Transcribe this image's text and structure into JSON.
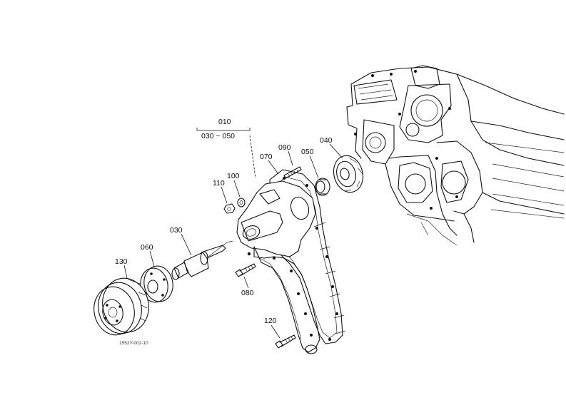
{
  "labels": {
    "p010": "010",
    "p030_050": "030 ~ 050",
    "p070": "070",
    "p090": "090",
    "p050": "050",
    "p040": "040",
    "p100": "100",
    "p110": "110",
    "p030": "030",
    "p060": "060",
    "p130": "130",
    "p080": "080",
    "p120": "120"
  },
  "reference_code": "1552Y-002-10"
}
